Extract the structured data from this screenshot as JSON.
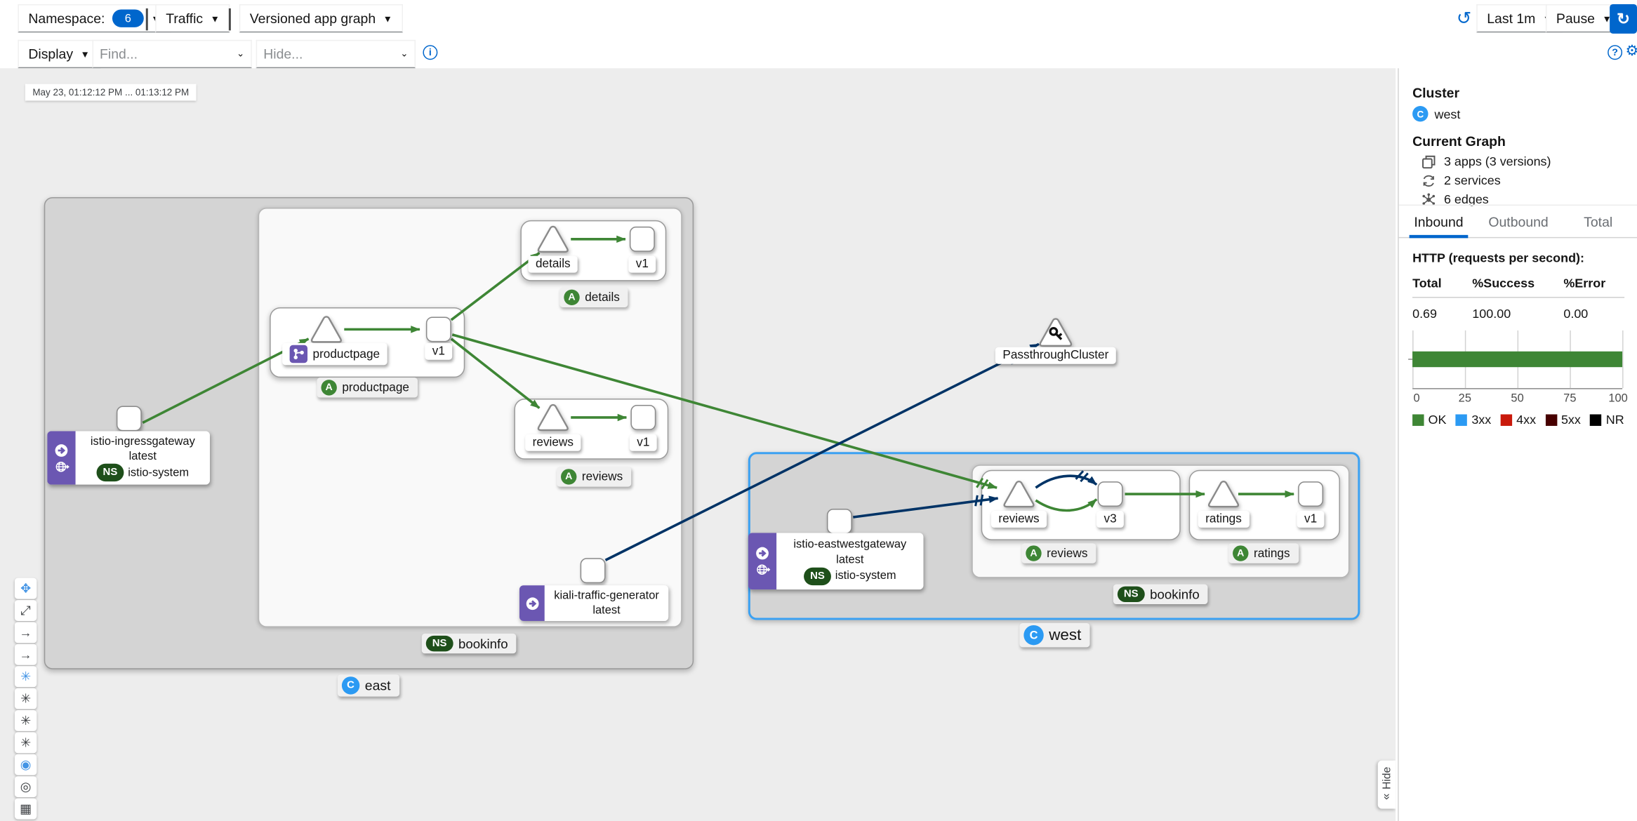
{
  "toolbar": {
    "namespace_label": "Namespace:",
    "namespace_count": "6",
    "traffic_label": "Traffic",
    "graph_type_label": "Versioned app graph",
    "display_label": "Display",
    "find_placeholder": "Find...",
    "hide_placeholder": "Hide...",
    "duration_label": "Last 1m",
    "pause_label": "Pause",
    "icons": [
      "history-icon",
      "refresh-icon",
      "info-icon",
      "help-icon",
      "graph-settings-icon"
    ]
  },
  "graph": {
    "timestamp": "May 23, 01:12:12 PM ... 01:13:12 PM",
    "badge_app": "A",
    "badge_ns": "NS",
    "badge_cluster": "C",
    "east_cluster_label": "east",
    "west_cluster_label": "west",
    "east_namespace_label": "bookinfo",
    "west_namespace_label": "bookinfo",
    "nodes": {
      "details_service": "details",
      "details_v1": "v1",
      "productpage_service": "productpage",
      "productpage_v1": "v1",
      "reviews_east_service": "reviews",
      "reviews_east_v1": "v1",
      "reviews_west_service": "reviews",
      "reviews_west_v3": "v3",
      "ratings_service": "ratings",
      "ratings_v1": "v1",
      "passthrough": "PassthroughCluster"
    },
    "app_badges": {
      "details": "details",
      "productpage": "productpage",
      "reviews_east": "reviews",
      "reviews_west": "reviews",
      "ratings": "ratings"
    },
    "gateways": {
      "ingress": {
        "name": "istio-ingressgateway",
        "version": "latest",
        "ns": "istio-system"
      },
      "traffic_generator": {
        "name": "kiali-traffic-generator",
        "version": "latest"
      },
      "eastwest": {
        "name": "istio-eastwestgateway",
        "version": "latest",
        "ns": "istio-system"
      }
    },
    "left_toolbar_icons": [
      "drag-pan-icon",
      "zoom-to-fit-icon",
      "edge-arrow-icon",
      "edge-arrow-alt-icon",
      "layout-default-icon",
      "layout-alt1-icon",
      "layout-alt2-icon",
      "layout-alt3-icon",
      "namespace-boxes-active-icon",
      "namespace-boxes-icon",
      "minimap-icon"
    ],
    "edge_colors": {
      "http": "#3e8635",
      "tcp": "#003366"
    }
  },
  "side_panel": {
    "cluster_heading": "Cluster",
    "cluster_name": "west",
    "current_graph_heading": "Current Graph",
    "stats": [
      {
        "icon": "apps-icon",
        "label": "3 apps (3 versions)"
      },
      {
        "icon": "services-icon",
        "label": "2 services"
      },
      {
        "icon": "edges-icon",
        "label": "6 edges"
      }
    ],
    "tabs": [
      {
        "label": "Inbound",
        "active": true
      },
      {
        "label": "Outbound",
        "active": false
      },
      {
        "label": "Total",
        "active": false
      }
    ],
    "http_heading": "HTTP (requests per second):",
    "table": {
      "headers": [
        "Total",
        "%Success",
        "%Error"
      ],
      "rows": [
        [
          "0.69",
          "100.00",
          "0.00"
        ]
      ]
    },
    "hide_tab_label": "Hide"
  },
  "chart_data": {
    "type": "bar",
    "orientation": "horizontal",
    "title": "HTTP (requests per second)",
    "series": [
      {
        "name": "OK",
        "value": 100,
        "color": "#3e8635"
      }
    ],
    "xlim": [
      0,
      100
    ],
    "ticks": [
      "0",
      "25",
      "50",
      "75",
      "100"
    ],
    "grid": true,
    "legend": [
      {
        "label": "OK",
        "color": "#3e8635"
      },
      {
        "label": "3xx",
        "color": "#2b9af3"
      },
      {
        "label": "4xx",
        "color": "#c9190b"
      },
      {
        "label": "5xx",
        "color": "#470000"
      },
      {
        "label": "NR",
        "color": "#000000"
      }
    ]
  },
  "colors": {
    "accent_blue": "#0066cc",
    "cluster_badge_blue": "#2b9af3",
    "ns_badge_green": "#1e4f1a",
    "app_badge_green": "#3e8635",
    "gateway_purple": "#6b57b2",
    "selected_border": "#3ba1f2"
  }
}
